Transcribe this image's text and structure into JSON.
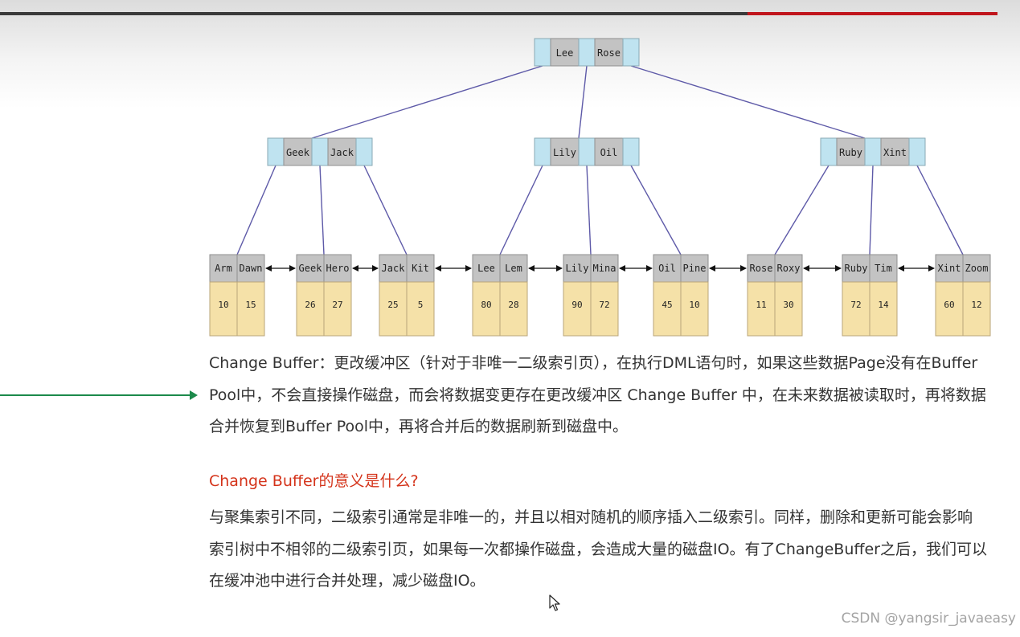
{
  "diagram": {
    "root": {
      "keys": [
        "Lee",
        "Rose"
      ]
    },
    "internal_nodes": [
      {
        "keys": [
          "Geek",
          "Jack"
        ]
      },
      {
        "keys": [
          "Lily",
          "Oil"
        ]
      },
      {
        "keys": [
          "Ruby",
          "Xint"
        ]
      }
    ],
    "leaves": [
      {
        "keys": [
          "Arm",
          "Dawn"
        ],
        "values": [
          "10",
          "15"
        ]
      },
      {
        "keys": [
          "Geek",
          "Hero"
        ],
        "values": [
          "26",
          "27"
        ]
      },
      {
        "keys": [
          "Jack",
          "Kit"
        ],
        "values": [
          "25",
          "5"
        ]
      },
      {
        "keys": [
          "Lee",
          "Lem"
        ],
        "values": [
          "80",
          "28"
        ]
      },
      {
        "keys": [
          "Lily",
          "Mina"
        ],
        "values": [
          "90",
          "72"
        ]
      },
      {
        "keys": [
          "Oil",
          "Pine"
        ],
        "values": [
          "45",
          "10"
        ]
      },
      {
        "keys": [
          "Rose",
          "Roxy"
        ],
        "values": [
          "11",
          "30"
        ]
      },
      {
        "keys": [
          "Ruby",
          "Tim"
        ],
        "values": [
          "72",
          "14"
        ]
      },
      {
        "keys": [
          "Xint",
          "Zoom"
        ],
        "values": [
          "60",
          "12"
        ]
      }
    ],
    "colors": {
      "pointer_cell": "#bfe3f0",
      "key_cell": "#c3c3c3",
      "value_cell": "#f5e1a8",
      "edge": "#5e5aa8"
    }
  },
  "text": {
    "para1": "Change Buffer：更改缓冲区（针对于非唯一二级索引页），在执行DML语句时，如果这些数据Page没有在Buffer Pool中，不会直接操作磁盘，而会将数据变更存在更改缓冲区 Change Buffer 中，在未来数据被读取时，再将数据合并恢复到Buffer Pool中，再将合并后的数据刷新到磁盘中。",
    "heading": "Change Buffer的意义是什么?",
    "para2": "与聚集索引不同，二级索引通常是非唯一的，并且以相对随机的顺序插入二级索引。同样，删除和更新可能会影响索引树中不相邻的二级索引页，如果每一次都操作磁盘，会造成大量的磁盘IO。有了ChangeBuffer之后，我们可以在缓冲池中进行合并处理，减少磁盘IO。"
  },
  "watermark": "CSDN @yangsir_javaeasy",
  "accent_colors": {
    "top_bar_red": "#c0151c",
    "arrow_green": "#1c8a4b",
    "heading_red": "#d4331a"
  }
}
